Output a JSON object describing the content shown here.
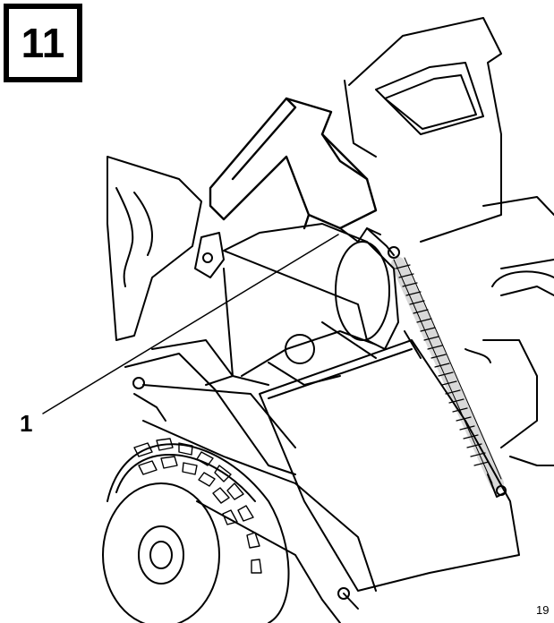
{
  "figure": {
    "step_number": "11",
    "callouts": [
      {
        "label": "1",
        "target": "deflector-hook"
      }
    ],
    "reference_code": "19",
    "parts": [
      "grass-deflector-handle",
      "deflector-hook",
      "tension-spring",
      "discharge-chute",
      "front-wheel",
      "mower-deck",
      "engine-housing"
    ],
    "colors": {
      "line": "#000000",
      "background": "#ffffff"
    }
  }
}
